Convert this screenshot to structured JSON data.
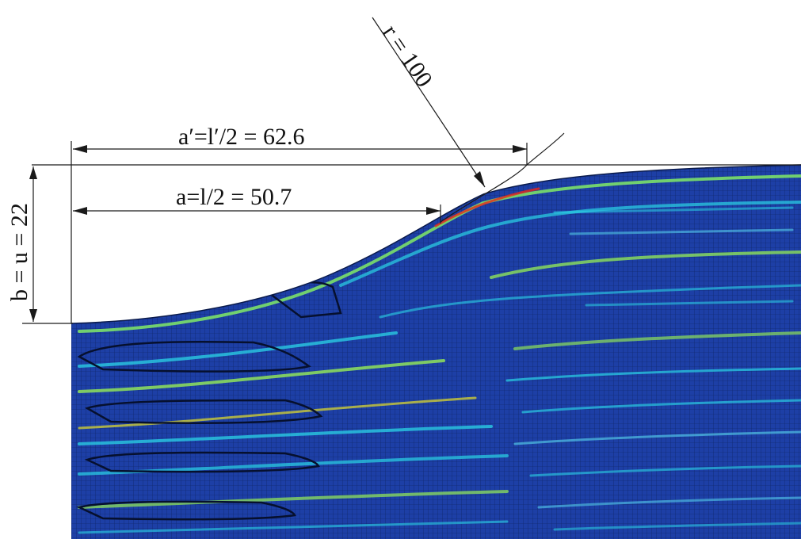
{
  "figure": {
    "labels": {
      "a_prime": "a′=l′/2 = 62.6",
      "a": "a=l/2 = 50.7",
      "b": "b = u = 22",
      "r": "r = 100"
    },
    "values": {
      "a_prime": 62.6,
      "a": 50.7,
      "b": 22,
      "r": 100
    },
    "colors": {
      "mesh_base": "#1d3fa6",
      "mesh_line": "#0a1a4a",
      "high_stress": "#2bd4e6",
      "peak_stress": "#ffd21a",
      "max_stress": "#e8281a",
      "low_band": "#3ab0e8"
    }
  }
}
